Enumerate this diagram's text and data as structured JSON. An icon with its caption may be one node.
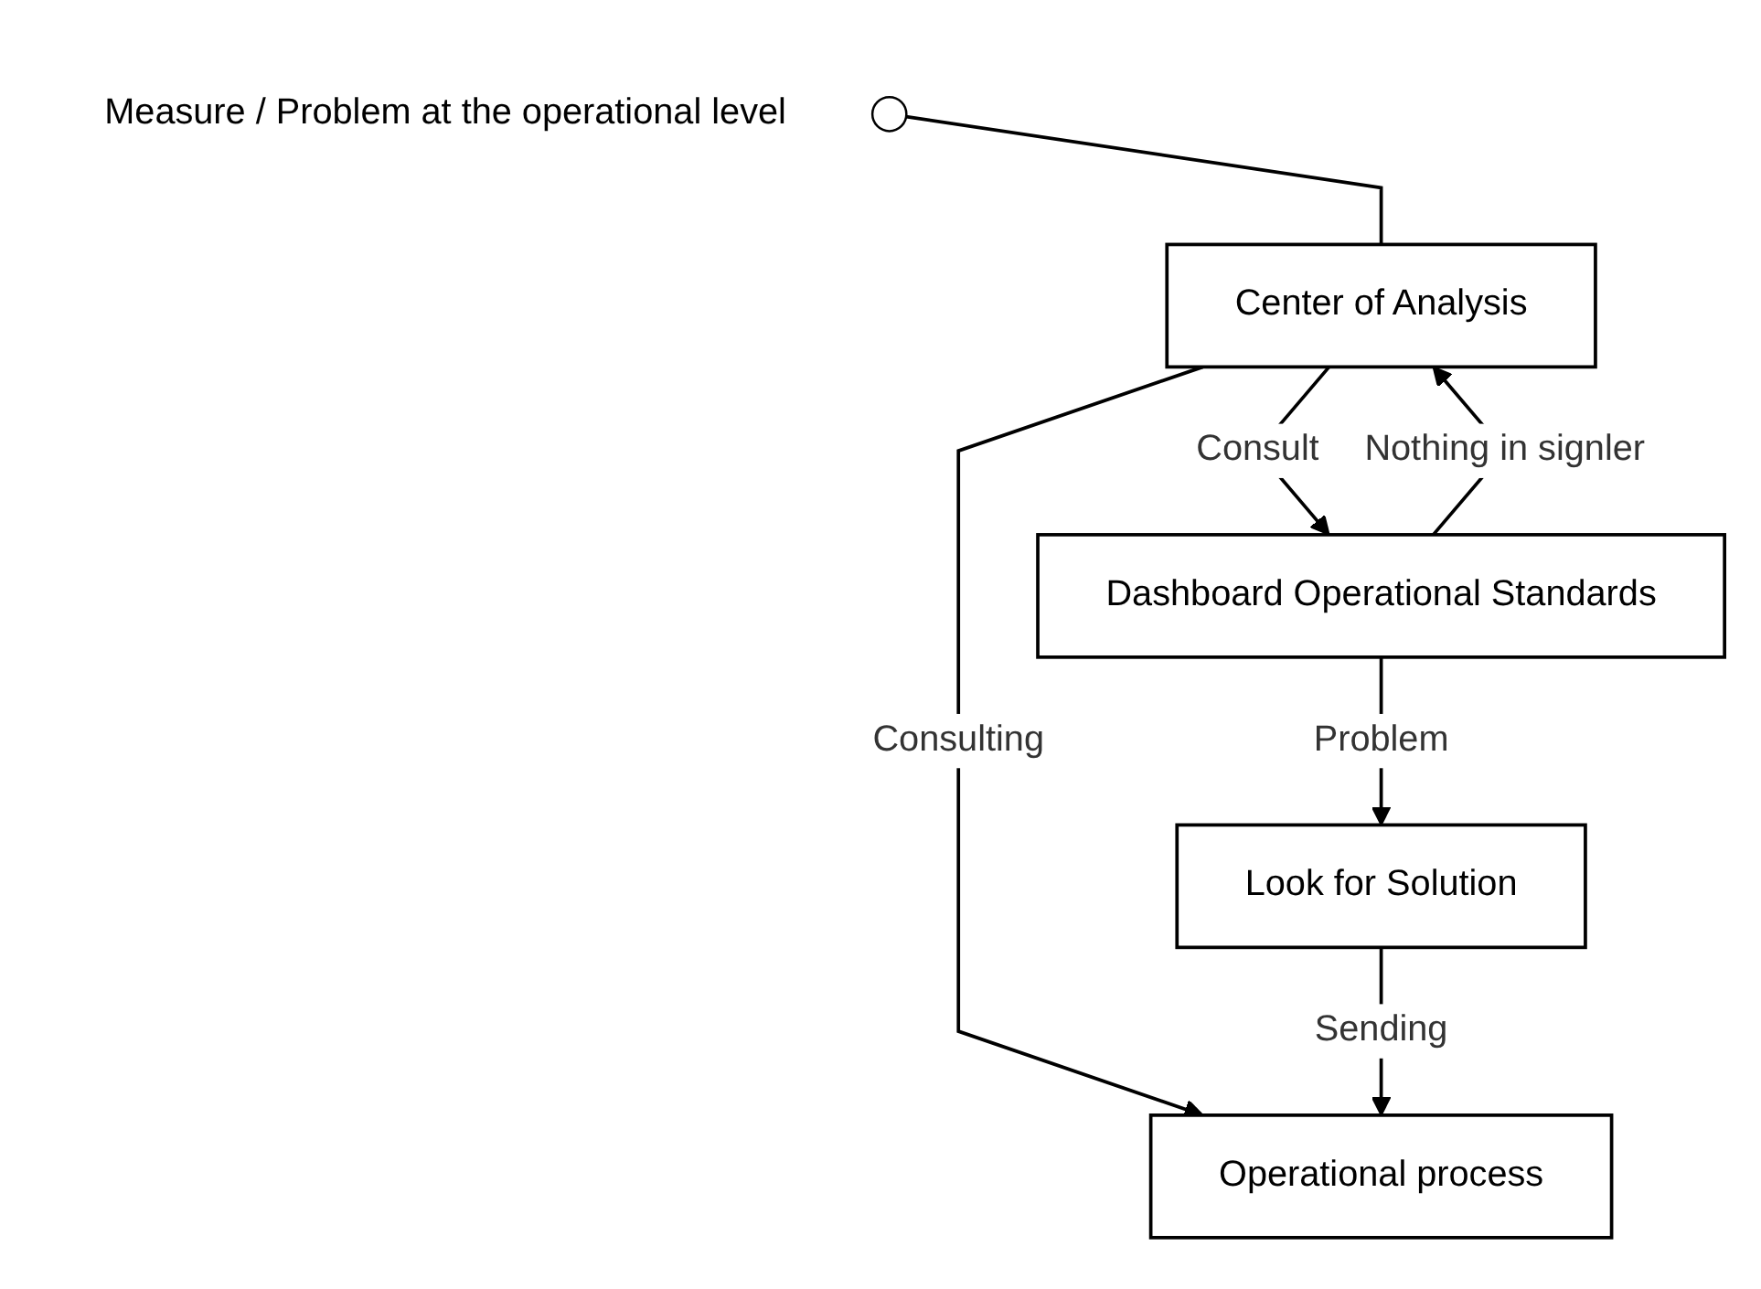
{
  "diagram": {
    "nodes": [
      {
        "text": [],
        "shape": "circle",
        "beside": [
          "Measure / Problem at the operational level"
        ]
      },
      {
        "text": [
          "Center  of Analysis"
        ]
      },
      {
        "text": [
          "Dashboard Operational Standards"
        ]
      },
      {
        "text": [
          "Operational process"
        ]
      },
      {
        "text": [
          "Look for Solution"
        ]
      }
    ],
    "edges": [
      {
        "from": 0,
        "to": 1,
        "arrow": "none"
      },
      {
        "from": 1,
        "to": 2,
        "arrow": "to",
        "label": "Consult"
      },
      {
        "from": 1,
        "to": 3,
        "arrow": "to",
        "label": "Consulting"
      },
      {
        "from": 2,
        "to": 1,
        "arrow": "to",
        "label": "Nothing in signler"
      },
      {
        "from": 2,
        "to": 4,
        "arrow": "to",
        "label": "Problem"
      },
      {
        "from": 4,
        "to": 3,
        "arrow": "to",
        "label": "Sending"
      }
    ]
  }
}
